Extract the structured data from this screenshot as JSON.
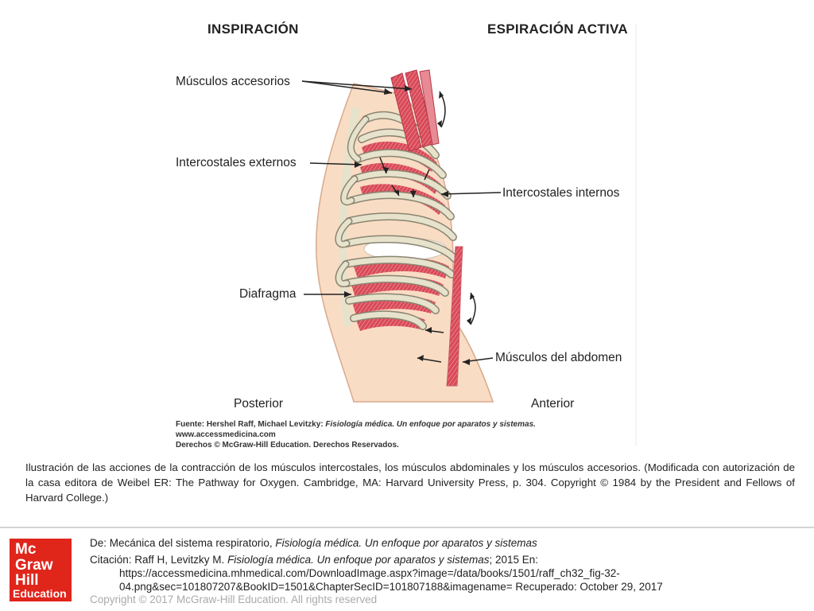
{
  "figure": {
    "headers": {
      "left": "INSPIRACIÓN",
      "right": "ESPIRACIÓN ACTIVA"
    },
    "labels": {
      "accessory": "Músculos accesorios",
      "external_intercostals": "Intercostales externos",
      "internal_intercostals": "Intercostales internos",
      "diaphragm": "Diafragma",
      "abdominal": "Músculos del abdomen",
      "posterior": "Posterior",
      "anterior": "Anterior"
    },
    "source": {
      "line1_prefix": "Fuente: Hershel Raff, Michael Levitzky: ",
      "line1_title": "Fisiología médica. Un enfoque por aparatos y sistemas.",
      "line2": "www.accessmedicina.com",
      "line3": "Derechos © McGraw-Hill Education. Derechos Reservados."
    },
    "colors": {
      "skin": "#f9dcc4",
      "rib": "#e6e2cc",
      "rib_outline": "#8a8470",
      "muscle": "#d94a58",
      "muscle_light": "#e88a93"
    }
  },
  "caption": "Ilustración de las acciones de la contracción de los músculos intercostales, los músculos abdominales y los músculos accesorios. (Modificada con autorización de la casa editora de Weibel ER: The Pathway for Oxygen. Cambridge, MA: Harvard University Press, p. 304. Copyright © 1984 by the President and Fellows of Harvard College.)",
  "logo": {
    "line1": "Mc",
    "line2": "Graw",
    "line3": "Hill",
    "line4": "Education",
    "color": "#e0251b"
  },
  "footer": {
    "from_prefix": "De: Mecánica del sistema respiratorio, ",
    "from_title": "Fisiología médica. Un enfoque por aparatos y sistemas",
    "citation_prefix": "Citación: Raff H, Levitzky M. ",
    "citation_title": "Fisiología médica. Un enfoque por aparatos y sistemas",
    "citation_suffix": "; 2015 En:",
    "url_line1": "https://accessmedicina.mhmedical.com/DownloadImage.aspx?image=/data/books/1501/raff_ch32_fig-32-",
    "url_line2": "04.png&sec=101807207&BookID=1501&ChapterSecID=101807188&imagename= Recuperado: October 29, 2017",
    "copyright": "Copyright © 2017 McGraw-Hill Education. All rights reserved"
  }
}
